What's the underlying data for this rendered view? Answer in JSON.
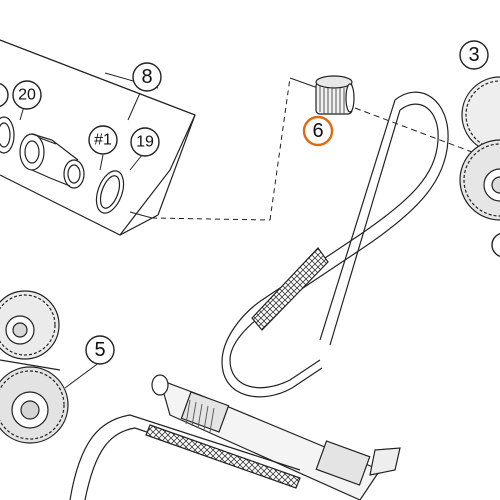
{
  "diagram": {
    "callouts": [
      {
        "id": "8",
        "label": "8"
      },
      {
        "id": "20",
        "label": "20"
      },
      {
        "id": "#1",
        "label": "#1"
      },
      {
        "id": "19",
        "label": "19"
      },
      {
        "id": "6",
        "label": "6",
        "highlighted": true
      },
      {
        "id": "3",
        "label": "3"
      },
      {
        "id": "5",
        "label": "5"
      }
    ],
    "highlight_color": "#e06a10",
    "line_color": "#222222"
  }
}
